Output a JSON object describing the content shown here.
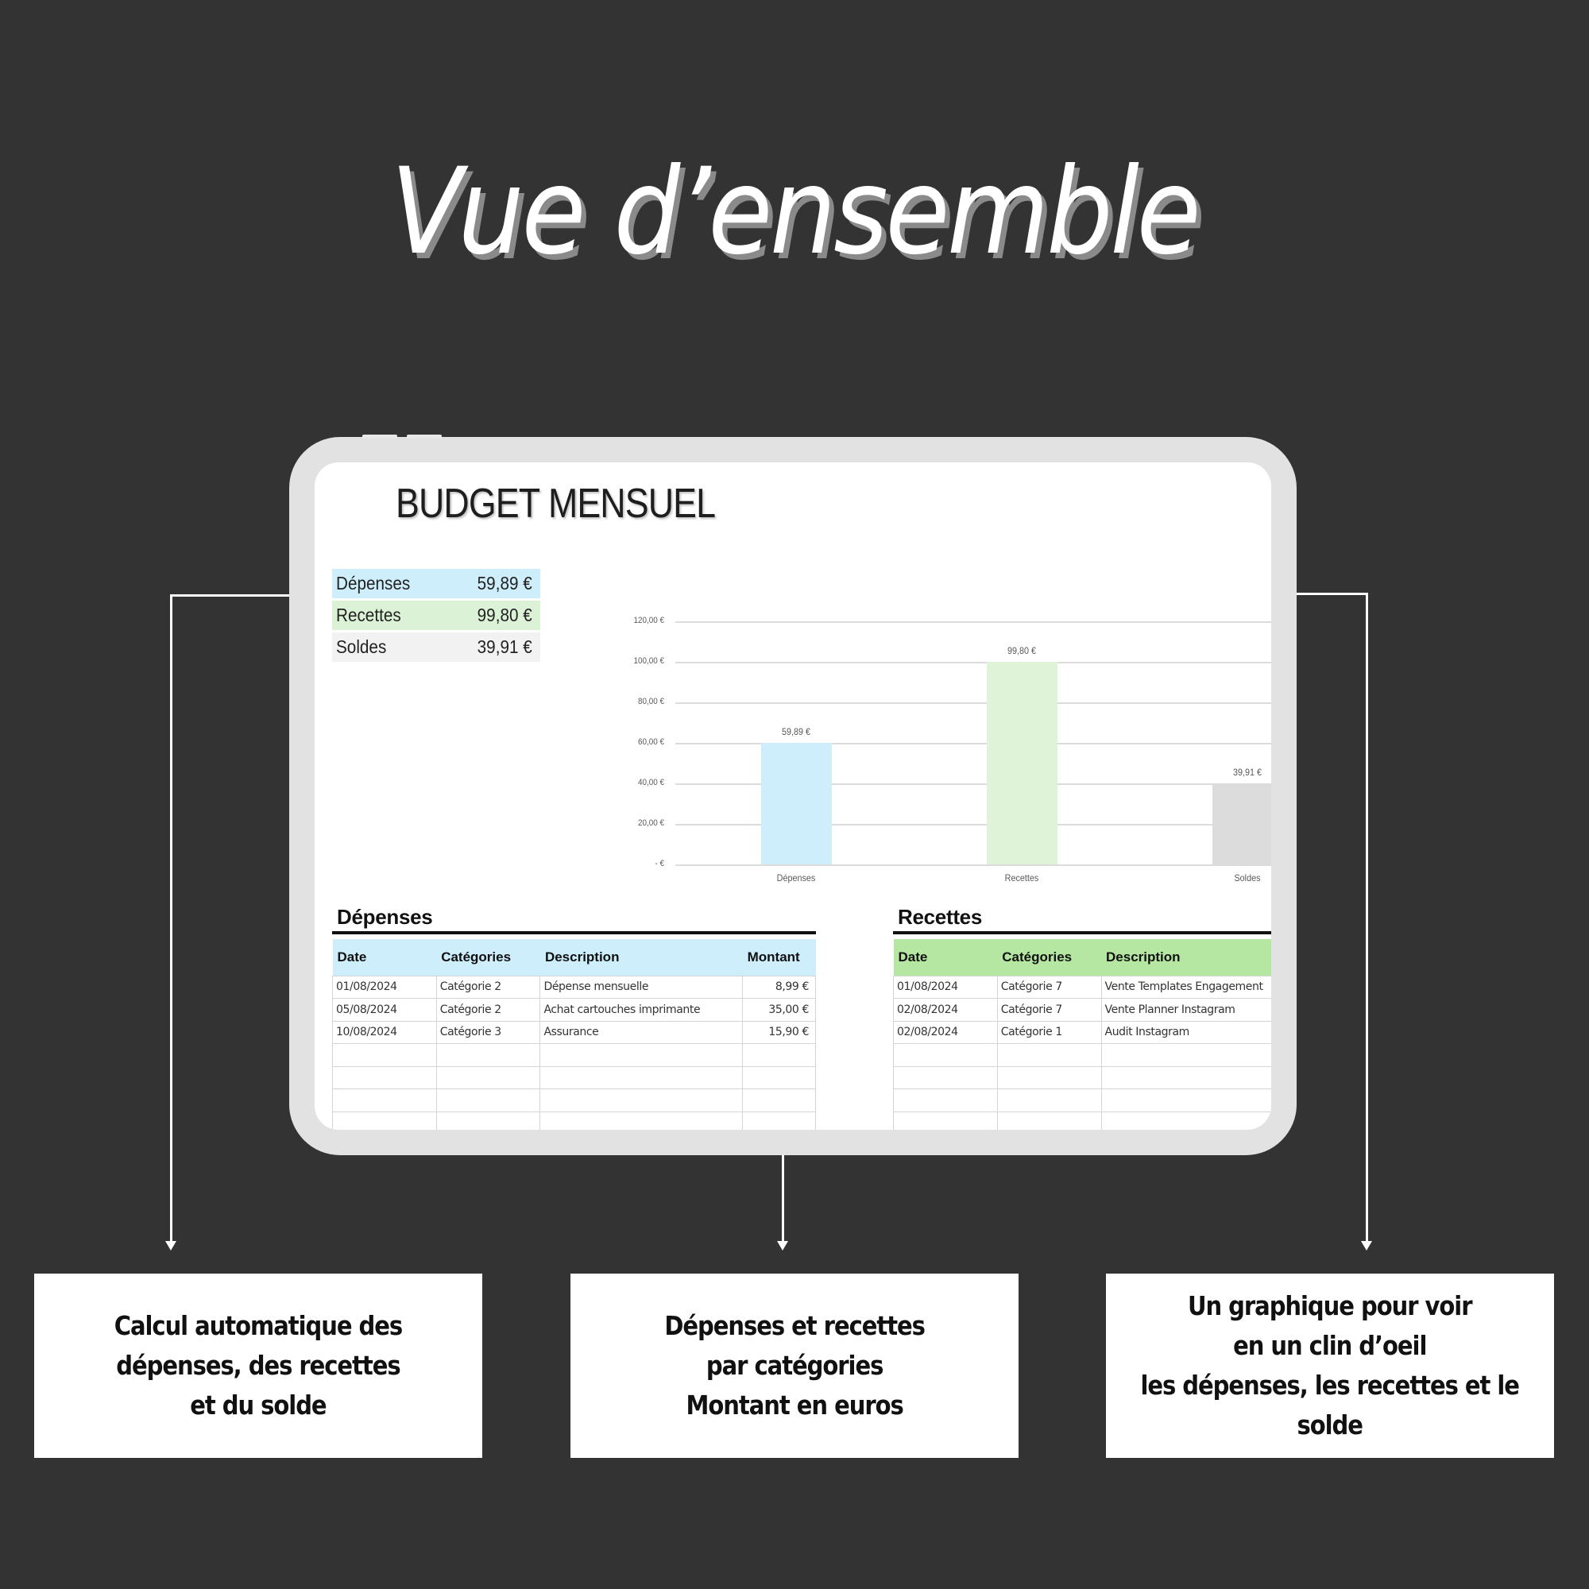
{
  "hero": {
    "title": "Vue d’ensemble"
  },
  "sheet": {
    "title": "BUDGET MENSUEL",
    "summary": [
      {
        "label": "Dépenses",
        "value": "59,89 €",
        "color": "#cdeefa"
      },
      {
        "label": "Recettes",
        "value": "99,80 €",
        "color": "#dcf2d6"
      },
      {
        "label": "Soldes",
        "value": "39,91 €",
        "color": "#f2f2f2"
      }
    ]
  },
  "chart_data": {
    "type": "bar",
    "title": "",
    "categories": [
      "Dépenses",
      "Recettes",
      "Soldes"
    ],
    "values": [
      59.89,
      99.8,
      39.91
    ],
    "value_labels": [
      "59,89 €",
      "99,80 €",
      "39,91 €"
    ],
    "colors": [
      "#cdeefa",
      "#def3d8",
      "#dcdcdc"
    ],
    "y_ticks": [
      "120,00 €",
      "100,00 €",
      "80,00 €",
      "60,00 €",
      "40,00 €",
      "20,00 €",
      "-  €"
    ],
    "xlabel": "",
    "ylabel": "",
    "ylim": [
      0,
      120
    ],
    "grid": true,
    "legend": "none"
  },
  "depenses": {
    "title": "Dépenses",
    "header_color": "#cdeefa",
    "columns": [
      "Date",
      "Catégories",
      "Description",
      "Montant"
    ],
    "rows": [
      [
        "01/08/2024",
        "Catégorie 2",
        "Dépense mensuelle",
        "8,99 €"
      ],
      [
        "05/08/2024",
        "Catégorie 2",
        "Achat cartouches imprimante",
        "35,00 €"
      ],
      [
        "10/08/2024",
        "Catégorie 3",
        "Assurance",
        "15,90 €"
      ],
      [
        "",
        "",
        "",
        ""
      ],
      [
        "",
        "",
        "",
        ""
      ],
      [
        "",
        "",
        "",
        ""
      ],
      [
        "",
        "",
        "",
        ""
      ]
    ]
  },
  "recettes": {
    "title": "Recettes",
    "header_color": "#b5e6a2",
    "columns": [
      "Date",
      "Catégories",
      "Description"
    ],
    "rows": [
      [
        "01/08/2024",
        "Catégorie 7",
        "Vente Templates Engagement"
      ],
      [
        "02/08/2024",
        "Catégorie 7",
        "Vente Planner Instagram"
      ],
      [
        "02/08/2024",
        "Catégorie 1",
        "Audit Instagram"
      ],
      [
        "",
        "",
        ""
      ],
      [
        "",
        "",
        ""
      ],
      [
        "",
        "",
        ""
      ],
      [
        "",
        "",
        ""
      ]
    ]
  },
  "callouts": [
    {
      "text": "Calcul automatique des\ndépenses, des recettes\net du solde"
    },
    {
      "text": "Dépenses et recettes\npar catégories\nMontant en euros"
    },
    {
      "text": "Un graphique pour voir\nen un clin d’oeil\nles dépenses, les recettes et le\nsolde"
    }
  ]
}
